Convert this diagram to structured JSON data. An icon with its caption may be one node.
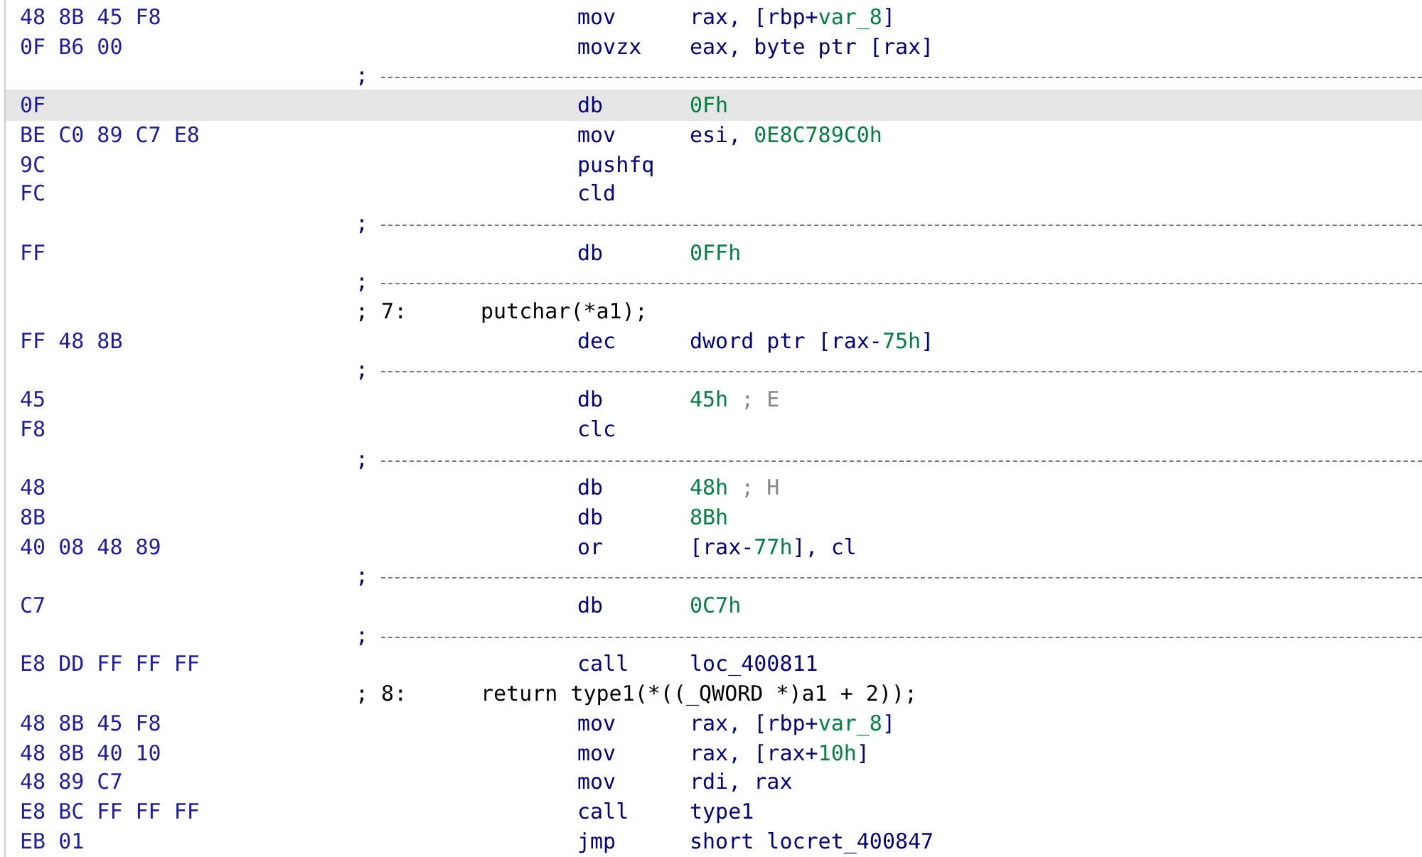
{
  "diagram": {
    "labels": [
      "48 8B 45 F8",
      "mov",
      "rax, [rbp+var_8]",
      "0F B6 00",
      "movzx",
      "eax, byte ptr [rax]",
      ";",
      "0F",
      "db",
      "0Fh",
      "BE C0 89 C7 E8",
      "mov",
      "esi, 0E8C789C0h",
      "9C",
      "pushfq",
      "FC",
      "cld",
      ";",
      "FF",
      "db",
      "0FFh",
      ";",
      "; 7:",
      "putchar(*a1);",
      "FF 48 8B",
      "dec",
      "dword ptr [rax-75h]",
      ";",
      "45",
      "db",
      "45h ; E",
      "F8",
      "clc",
      ";",
      "48",
      "db",
      "48h ; H",
      "8B",
      "db",
      "8Bh",
      "40 08 48 89",
      "or",
      "[rax-77h], cl",
      ";",
      "C7",
      "db",
      "0C7h",
      ";",
      "E8 DD FF FF FF",
      "call",
      "loc_400811",
      "; 8:",
      "return type1(*((_QWORD *)a1 + 2));",
      "48 8B 45 F8",
      "mov",
      "rax, [rbp+var_8]",
      "48 8B 40 10",
      "mov",
      "rax, [rax+10h]",
      "48 89 C7",
      "mov",
      "rdi, rax",
      "E8 BC FF FF FF",
      "call",
      "type1",
      "EB 01",
      "jmp",
      "short locret_400847"
    ]
  }
}
